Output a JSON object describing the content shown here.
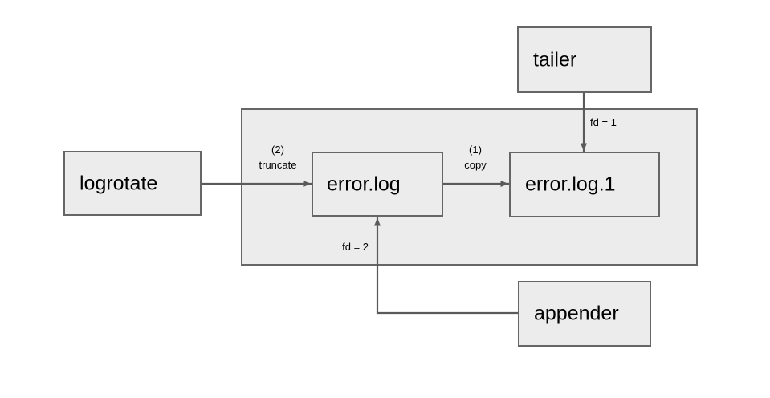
{
  "diagram": {
    "title": "logrotate copytruncate file descriptor diagram",
    "background_color": "#ffffff",
    "node_fill": "#ececec",
    "node_stroke": "#666666",
    "edge_color": "#5a5a5a",
    "group": {
      "name": "filesystem-group",
      "label": ""
    },
    "nodes": {
      "tailer": {
        "label": "tailer"
      },
      "logrotate": {
        "label": "logrotate"
      },
      "error_log": {
        "label": "error.log"
      },
      "error_log_1": {
        "label": "error.log.1"
      },
      "appender": {
        "label": "appender"
      }
    },
    "edges": {
      "truncate": {
        "step": "(2)",
        "action": "truncate",
        "from": "logrotate",
        "to": "error.log"
      },
      "copy": {
        "step": "(1)",
        "action": "copy",
        "from": "error.log",
        "to": "error.log.1"
      },
      "tailer_fd": {
        "label": "fd = 1",
        "from": "tailer",
        "to": "error.log.1"
      },
      "appender_fd": {
        "label": "fd = 2",
        "from": "appender",
        "to": "error.log"
      }
    }
  }
}
